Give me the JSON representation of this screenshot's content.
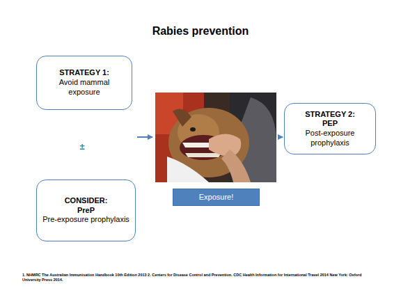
{
  "diagram": {
    "title": "Rabies prevention",
    "nodes": [
      {
        "text": [
          "STRATEGY 1:",
          "Avoid mammal exposure"
        ]
      },
      {
        "text": [
          "CONSIDER:",
          "PreP",
          "Pre-exposure prophylaxis"
        ]
      },
      {
        "text": [
          "Exposure!"
        ]
      },
      {
        "text": [
          "STRATEGY 2:",
          "PEP",
          "Post-exposure prophylaxis"
        ]
      }
    ],
    "labels": [
      "±",
      "1. NHMRC The Australian Immunisation Handbook 10th Edition 2013 2. Centers for Disease Control and Prevention. CDC Health Information for International Travel 2014 New York: Oxford University Press 2014."
    ]
  }
}
